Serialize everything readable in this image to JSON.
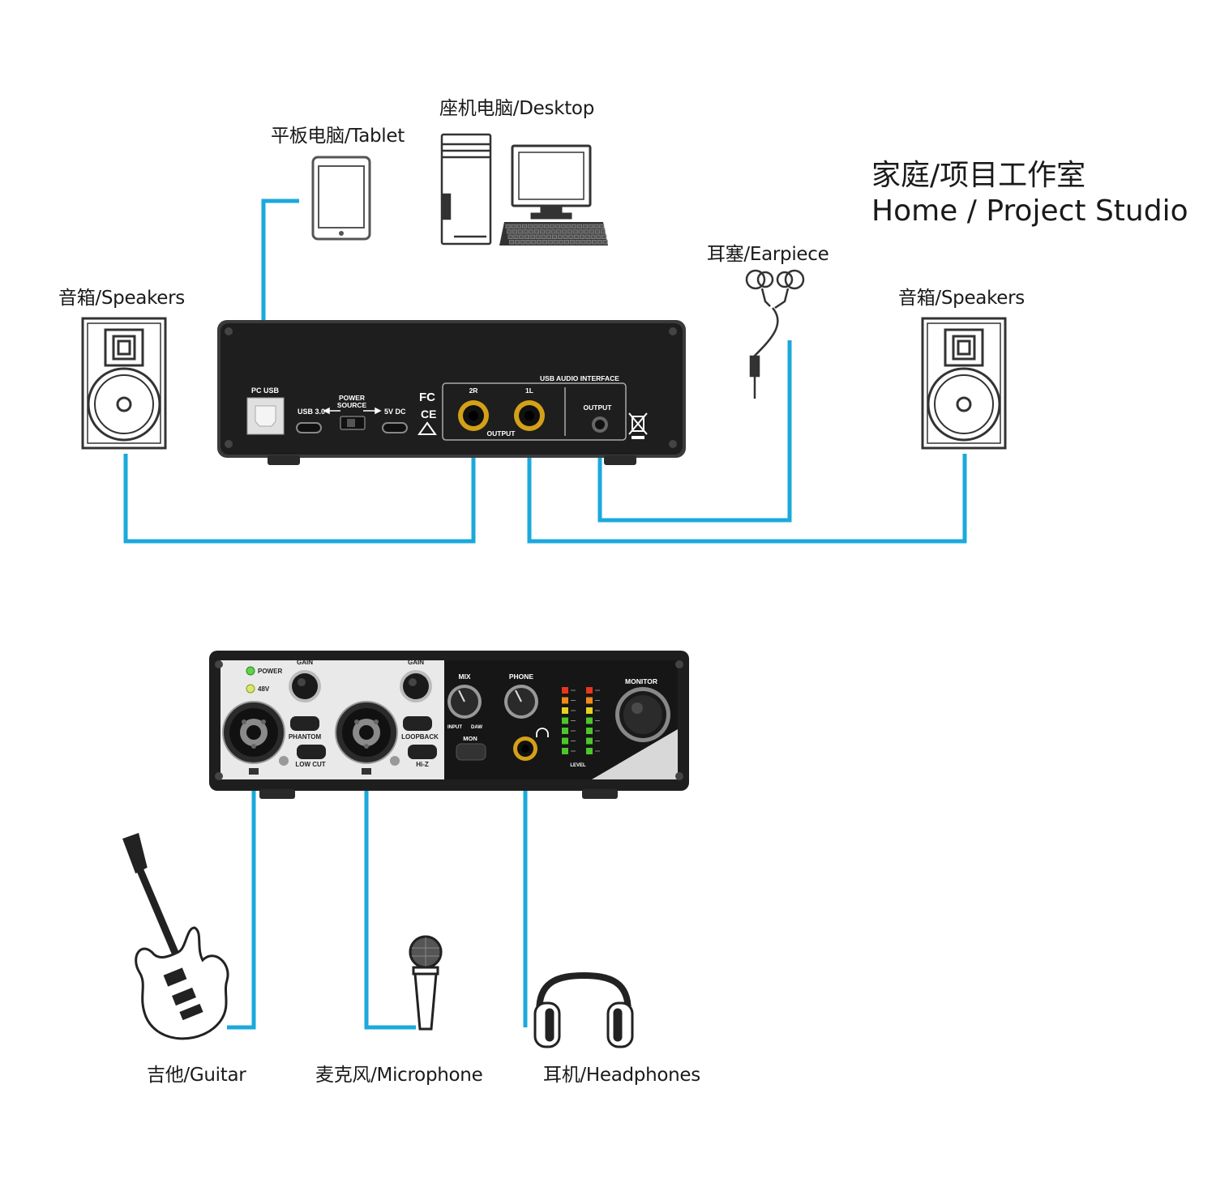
{
  "title": {
    "line1": "家庭/项目工作室",
    "line2": "Home / Project Studio"
  },
  "labels": {
    "desktop": "座机电脑/Desktop",
    "tablet": "平板电脑/Tablet",
    "speakers_left": "音箱/Speakers",
    "speakers_right": "音箱/Speakers",
    "earpiece": "耳塞/Earpiece",
    "guitar": "吉他/Guitar",
    "microphone": "麦克风/Microphone",
    "headphones": "耳机/Headphones"
  },
  "rear_panel": {
    "pc_usb": "PC USB",
    "usb30": "USB 3.0",
    "power_source_1": "POWER",
    "power_source_2": "SOURCE",
    "dc5v": "5V DC",
    "fc": "FC",
    "ce": "CE",
    "usb_audio_interface": "USB AUDIO INTERFACE",
    "out_2r": "2R",
    "out_1l": "1L",
    "output_main": "OUTPUT",
    "output_phones": "OUTPUT"
  },
  "front_panel": {
    "power": "POWER",
    "v48": "48V",
    "gain1": "GAIN",
    "gain2": "GAIN",
    "phantom": "PHANTOM",
    "low_cut": "LOW CUT",
    "loopback": "LOOPBACK",
    "hiz": "Hi-Z",
    "mix": "MIX",
    "phone": "PHONE",
    "input": "INPUT",
    "daw": "DAW",
    "mon": "MON",
    "monitor": "MONITOR",
    "level": "LEVEL"
  },
  "colors": {
    "cable": "#1ba9dc",
    "device_body": "#1e1e1e",
    "panel_silver": "#e9e9e9",
    "jack_gold": "#d4a017",
    "led_red": "#e8361c",
    "led_orange": "#f08a18",
    "led_yellow": "#e6d21e",
    "led_green": "#4cc62a"
  }
}
